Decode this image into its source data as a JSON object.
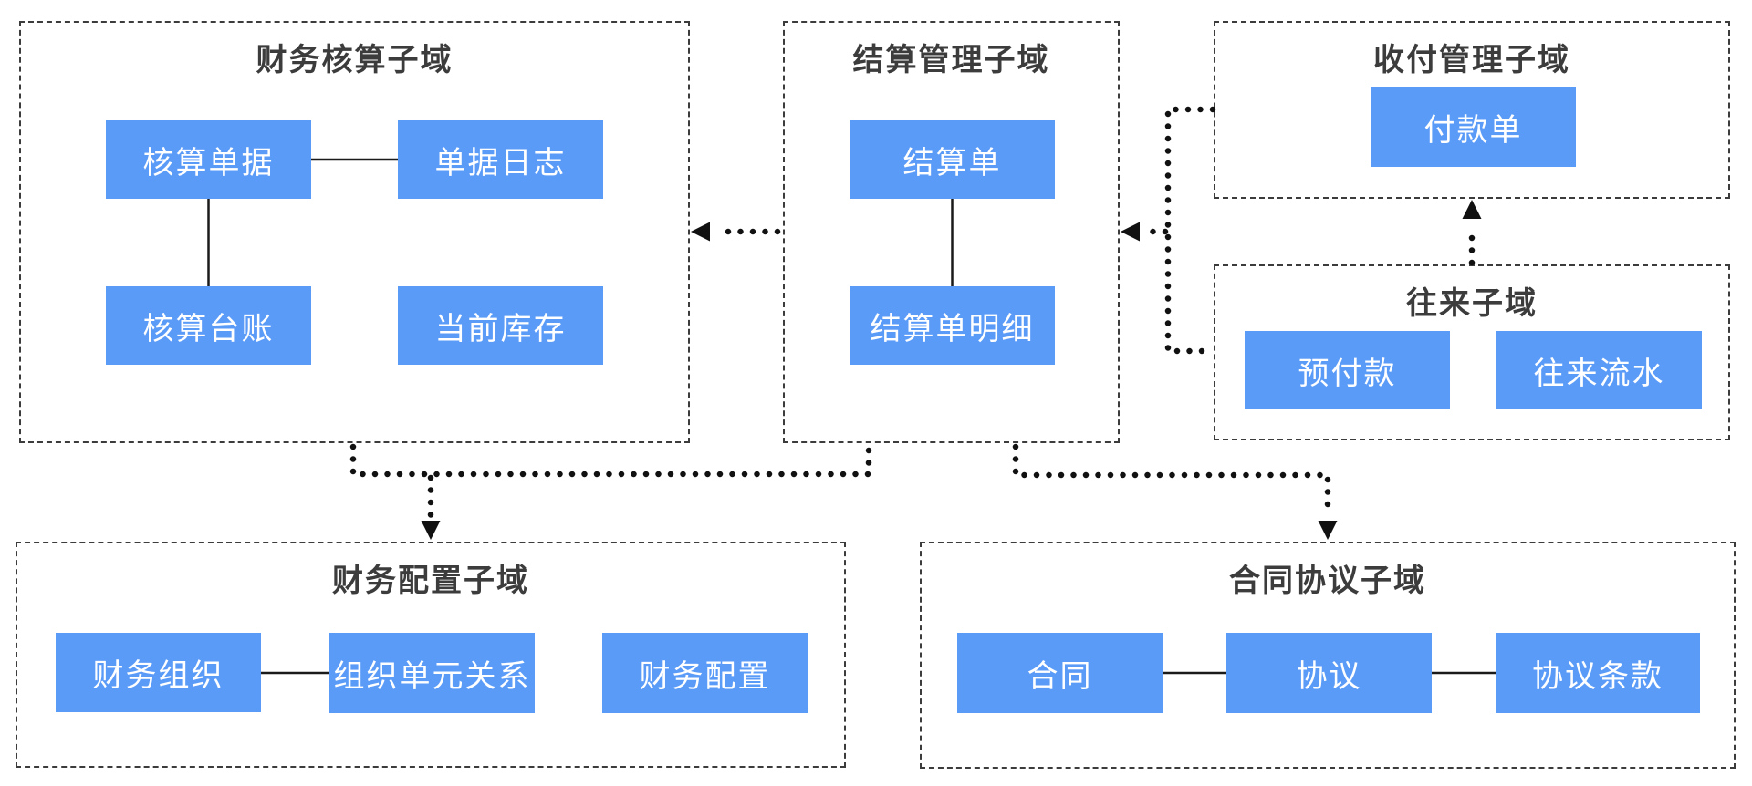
{
  "diagram": {
    "background": "#ffffff",
    "colors": {
      "node_fill": "#5b9bf8",
      "node_text": "#ffffff",
      "title_text": "#3c3c3c",
      "container_border": "#3c3c3c",
      "connector": "#111111"
    },
    "containers": [
      {
        "id": "finance-accounting",
        "title": "财务核算子域",
        "boxes": [
          {
            "label": "核算单据"
          },
          {
            "label": "单据日志"
          },
          {
            "label": "核算台账"
          },
          {
            "label": "当前库存"
          }
        ]
      },
      {
        "id": "settlement-management",
        "title": "结算管理子域",
        "boxes": [
          {
            "label": "结算单"
          },
          {
            "label": "结算单明细"
          }
        ]
      },
      {
        "id": "payment-management",
        "title": "收付管理子域",
        "boxes": [
          {
            "label": "付款单"
          }
        ]
      },
      {
        "id": "transactions",
        "title": "往来子域",
        "boxes": [
          {
            "label": "预付款"
          },
          {
            "label": "往来流水"
          }
        ]
      },
      {
        "id": "finance-configuration",
        "title": "财务配置子域",
        "boxes": [
          {
            "label": "财务组织"
          },
          {
            "label": "组织单元关系"
          },
          {
            "label": "财务配置"
          }
        ]
      },
      {
        "id": "contract-agreement",
        "title": "合同协议子域",
        "boxes": [
          {
            "label": "合同"
          },
          {
            "label": "协议"
          },
          {
            "label": "协议条款"
          }
        ]
      }
    ],
    "relations": [
      {
        "from": "结算管理子域",
        "to": "财务核算子域",
        "type": "dotted-arrow"
      },
      {
        "from": "收付管理子域",
        "to": "结算管理子域",
        "type": "dotted-arrow"
      },
      {
        "from": "往来子域",
        "to": "结算管理子域",
        "type": "dotted-arrow"
      },
      {
        "from": "往来子域",
        "to": "收付管理子域",
        "type": "dotted-arrow"
      },
      {
        "from": "财务核算子域",
        "to": "财务配置子域",
        "type": "dotted-arrow"
      },
      {
        "from": "结算管理子域",
        "to": "财务配置子域",
        "type": "dotted-arrow"
      },
      {
        "from": "结算管理子域",
        "to": "合同协议子域",
        "type": "dotted-arrow"
      },
      {
        "from": "核算单据",
        "to": "单据日志",
        "type": "solid-line"
      },
      {
        "from": "核算单据",
        "to": "核算台账",
        "type": "solid-line"
      },
      {
        "from": "结算单",
        "to": "结算单明细",
        "type": "solid-line"
      },
      {
        "from": "财务组织",
        "to": "组织单元关系",
        "type": "solid-line"
      },
      {
        "from": "合同",
        "to": "协议",
        "type": "solid-line"
      },
      {
        "from": "协议",
        "to": "协议条款",
        "type": "solid-line"
      }
    ]
  }
}
